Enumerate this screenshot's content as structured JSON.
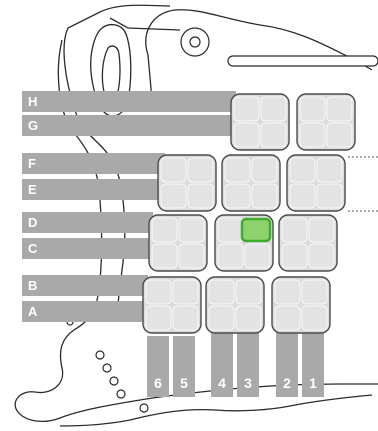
{
  "rows": [
    {
      "id": "H",
      "label": "H"
    },
    {
      "id": "G",
      "label": "G"
    },
    {
      "id": "F",
      "label": "F"
    },
    {
      "id": "E",
      "label": "E"
    },
    {
      "id": "D",
      "label": "D"
    },
    {
      "id": "C",
      "label": "C"
    },
    {
      "id": "B",
      "label": "B"
    },
    {
      "id": "A",
      "label": "A"
    }
  ],
  "columns": [
    {
      "id": "6",
      "label": "6"
    },
    {
      "id": "5",
      "label": "5"
    },
    {
      "id": "4",
      "label": "4"
    },
    {
      "id": "3",
      "label": "3"
    },
    {
      "id": "2",
      "label": "2"
    },
    {
      "id": "1",
      "label": "1"
    }
  ],
  "selected": {
    "row": "D",
    "column": "3"
  },
  "colors": {
    "bar": "#a9a9a9",
    "cell": "#e3e3e3",
    "selected_fill": "#8fd16a",
    "selected_stroke": "#3cae2e",
    "outline": "#2b2b2b"
  }
}
